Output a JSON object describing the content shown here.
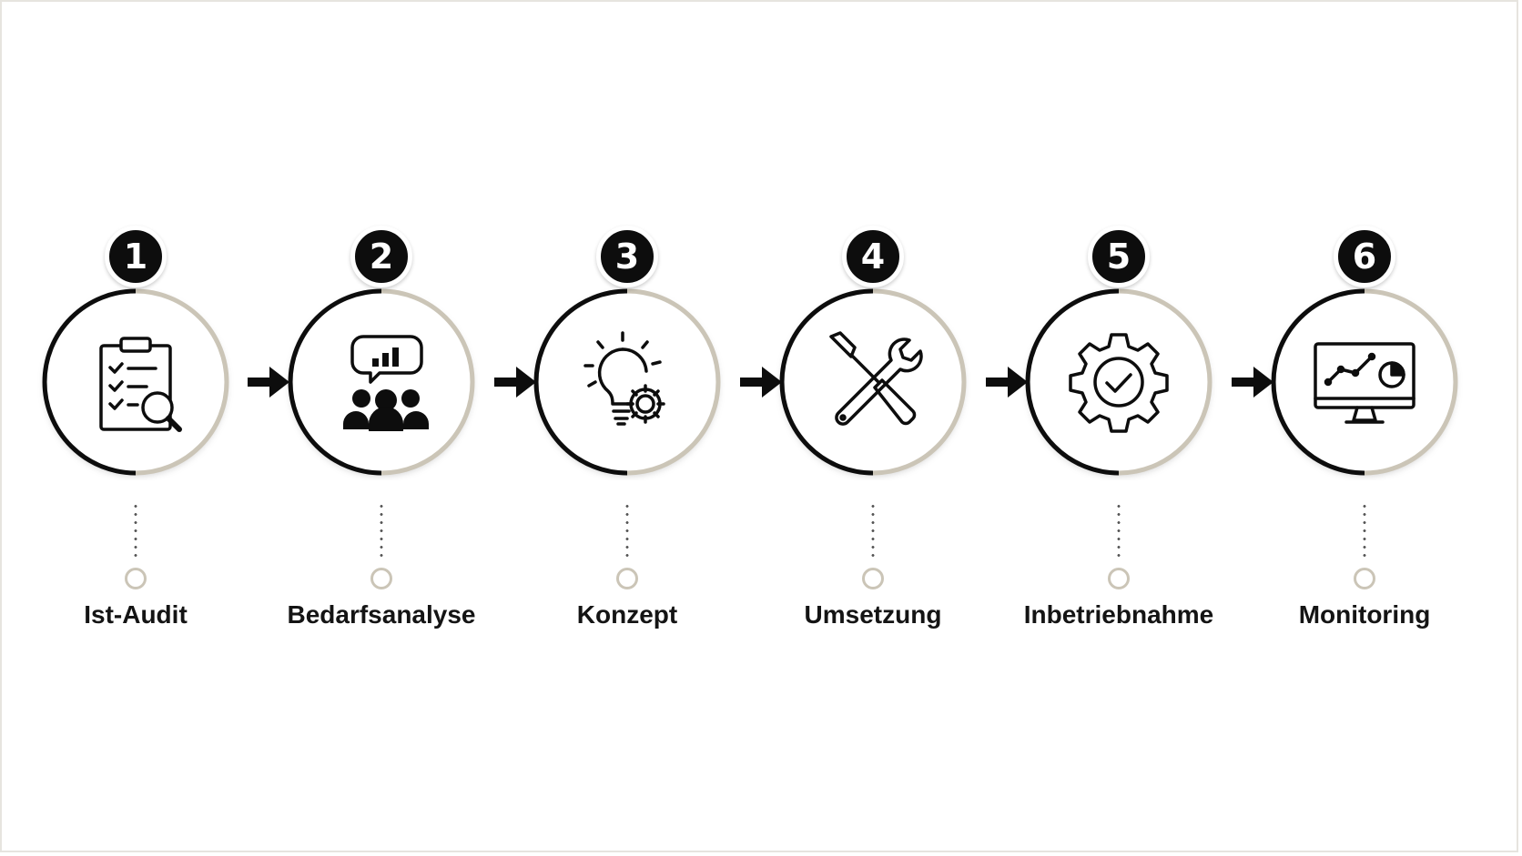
{
  "colors": {
    "dark": "#0d0d0d",
    "accent": "#cbc5b7",
    "background": "#ffffff"
  },
  "steps": [
    {
      "number": "1",
      "label": "Ist-Audit",
      "icon": "clipboard-magnifier-icon"
    },
    {
      "number": "2",
      "label": "Bedarfsanalyse",
      "icon": "team-chart-bubble-icon"
    },
    {
      "number": "3",
      "label": "Konzept",
      "icon": "lightbulb-gear-icon"
    },
    {
      "number": "4",
      "label": "Umsetzung",
      "icon": "wrench-screwdriver-icon"
    },
    {
      "number": "5",
      "label": "Inbetriebnahme",
      "icon": "gear-check-icon"
    },
    {
      "number": "6",
      "label": "Monitoring",
      "icon": "monitor-analytics-icon"
    }
  ]
}
